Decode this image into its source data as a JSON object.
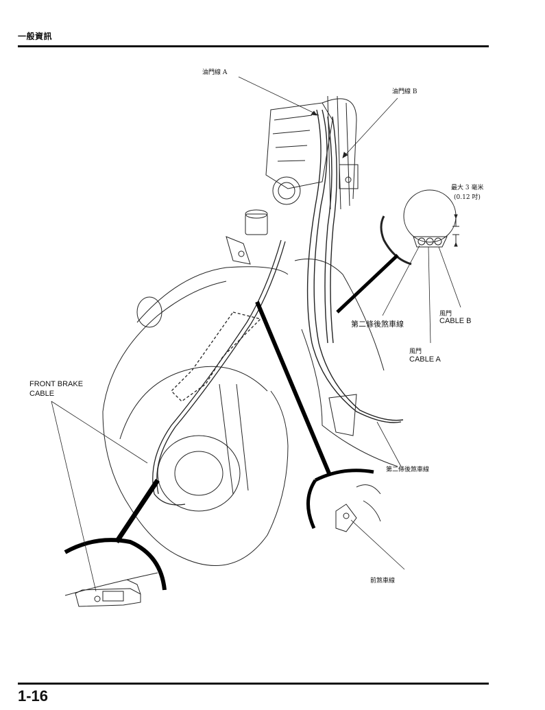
{
  "header": {
    "title": "一般資訊"
  },
  "footer": {
    "page_number": "1-16"
  },
  "labels": {
    "throttle_cable_a": "油門線 A",
    "throttle_cable_b": "油門線 B",
    "max_spec": "最大 3 毫米",
    "max_spec_inch": "(0.12 吋)",
    "second_rear_brake_upper": "第二條後煞車線",
    "throttle_b_zh": "風門",
    "throttle_b_en": "CABLE B",
    "throttle_a_zh": "風門",
    "throttle_a_en": "CABLE A",
    "front_brake_line1": "FRONT BRAKE",
    "front_brake_line2": "CABLE",
    "second_rear_brake_lower": "第二條後煞車線",
    "front_brake_zh": "前煞車線"
  }
}
